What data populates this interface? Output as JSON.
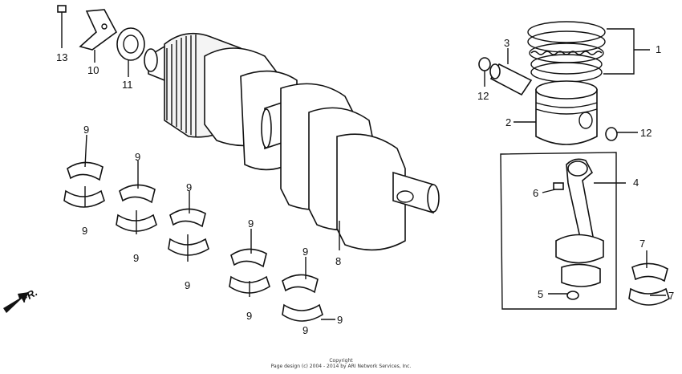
{
  "callouts": {
    "c1": "1",
    "c2": "2",
    "c3": "3",
    "c4": "4",
    "c5": "5",
    "c6": "6",
    "c7a": "7",
    "c7b": "7",
    "c8": "8",
    "c9": [
      "9",
      "9",
      "9",
      "9",
      "9",
      "9",
      "9",
      "9",
      "9",
      "9",
      "9"
    ],
    "c10": "10",
    "c11": "11",
    "c12a": "12",
    "c12b": "12",
    "c13": "13"
  },
  "direction_label": "FR.",
  "copyright": {
    "line1": "Copyright",
    "line2": "Page design (c) 2004 - 2014 by ARI Network Services, Inc."
  },
  "icons": [
    "front-direction-arrow-icon"
  ]
}
